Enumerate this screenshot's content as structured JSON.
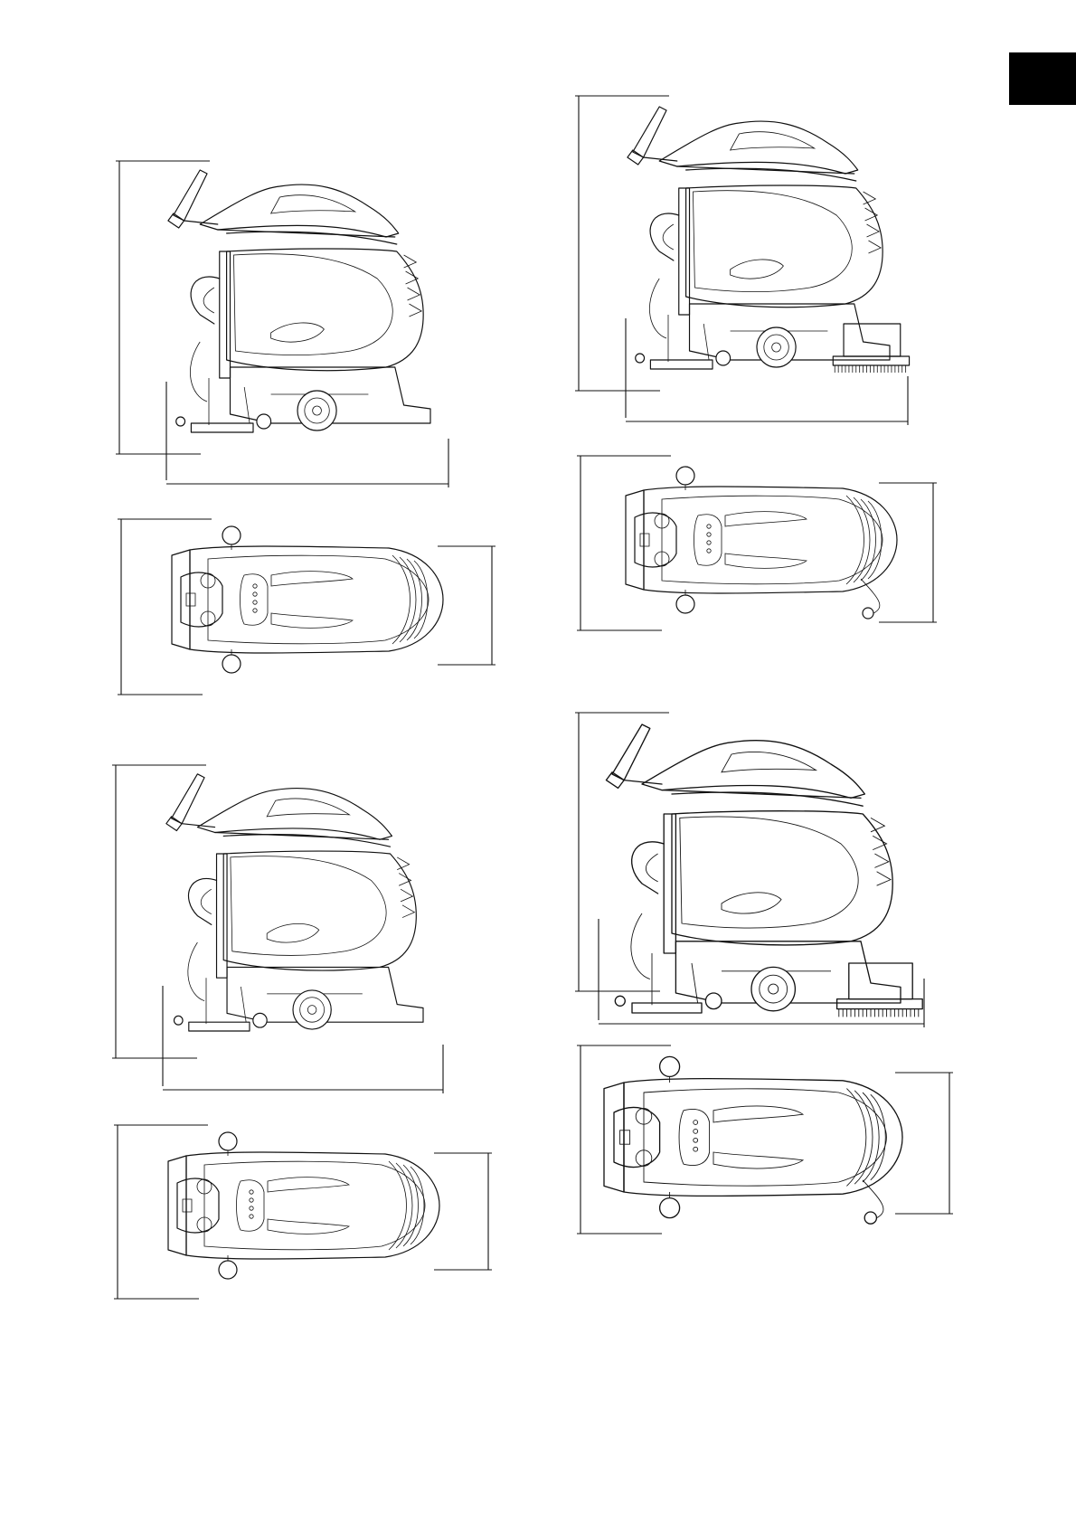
{
  "page": {
    "corner_tab": {
      "color": "#000000"
    },
    "figures": [
      {
        "view": "side",
        "variant": "compact"
      },
      {
        "view": "top",
        "variant": "compact"
      },
      {
        "view": "side",
        "variant": "compact"
      },
      {
        "view": "top",
        "variant": "compact"
      },
      {
        "view": "side",
        "variant": "with-brush"
      },
      {
        "view": "top",
        "variant": "with-brush"
      },
      {
        "view": "side",
        "variant": "large-with-brush"
      },
      {
        "view": "top",
        "variant": "large-with-brush"
      }
    ]
  }
}
